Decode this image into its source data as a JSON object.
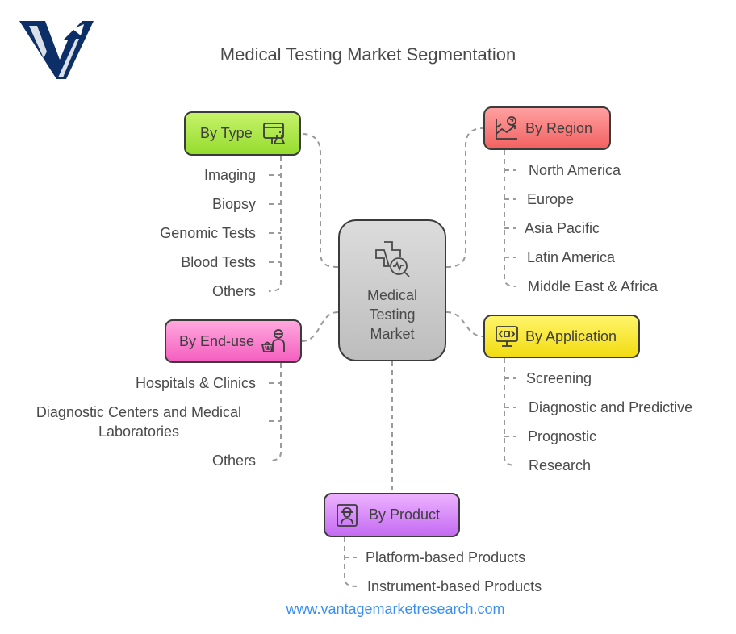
{
  "title": "Medical Testing Market Segmentation",
  "logo": {
    "icon": "vantage-v-logo-icon",
    "color": "#0b2f66"
  },
  "center": {
    "label": "Medical Testing Market",
    "icon": "medical-cross-search-icon",
    "color": "#cfcfcf"
  },
  "segments": {
    "type": {
      "label": "By Type",
      "icon": "browser-flask-icon",
      "color": "#b0e84c",
      "items": [
        "Imaging",
        "Biopsy",
        "Genomic Tests",
        "Blood Tests",
        "Others"
      ]
    },
    "region": {
      "label": "By Region",
      "icon": "chart-question-icon",
      "color": "#f98181",
      "items": [
        "North America",
        "Europe",
        "Asia Pacific",
        "Latin America",
        "Middle East & Africa"
      ]
    },
    "enduse": {
      "label": "By End-use",
      "icon": "person-basket-icon",
      "color": "#f984cf",
      "items": [
        "Hospitals & Clinics",
        "Diagnostic Centers and Medical Laboratories",
        "Others"
      ]
    },
    "application": {
      "label": "By Application",
      "icon": "monitor-code-icon",
      "color": "#f9ea3d",
      "items": [
        "Screening",
        "Diagnostic and Predictive",
        "Prognostic",
        "Research"
      ]
    },
    "product": {
      "label": "By Product",
      "icon": "worker-badge-icon",
      "color": "#d98ff9",
      "items": [
        "Platform-based Products",
        "Instrument-based Products"
      ]
    }
  },
  "footer": {
    "url": "www.vantagemarketresearch.com",
    "color": "#3b8ff0"
  }
}
